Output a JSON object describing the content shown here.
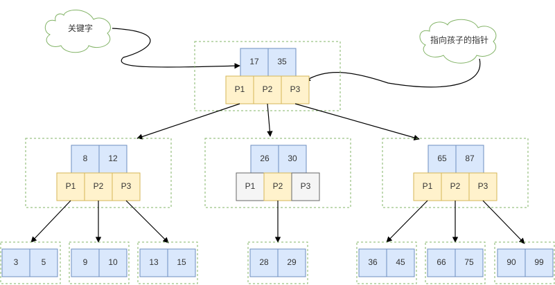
{
  "annotations": {
    "keyword_label": "关键字",
    "child_pointer_label": "指向孩子的指针"
  },
  "root": {
    "keys": [
      "17",
      "35"
    ],
    "pointers": [
      "P1",
      "P2",
      "P3"
    ]
  },
  "level2": [
    {
      "keys": [
        "8",
        "12"
      ],
      "pointers": [
        "P1",
        "P2",
        "P3"
      ]
    },
    {
      "keys": [
        "26",
        "30"
      ],
      "pointers": [
        "P1",
        "P2",
        "P3"
      ]
    },
    {
      "keys": [
        "65",
        "87"
      ],
      "pointers": [
        "P1",
        "P2",
        "P3"
      ]
    }
  ],
  "leaves": [
    {
      "keys": [
        "3",
        "5"
      ]
    },
    {
      "keys": [
        "9",
        "10"
      ]
    },
    {
      "keys": [
        "13",
        "15"
      ]
    },
    {
      "keys": [
        "28",
        "29"
      ]
    },
    {
      "keys": [
        "36",
        "45"
      ]
    },
    {
      "keys": [
        "66",
        "75"
      ]
    },
    {
      "keys": [
        "90",
        "99"
      ]
    }
  ],
  "colors": {
    "key_fill": "#dae8fc",
    "pointer_fill": "#fff2cc",
    "empty_pointer_fill": "#f5f5f5",
    "group_border": "#82b366"
  }
}
